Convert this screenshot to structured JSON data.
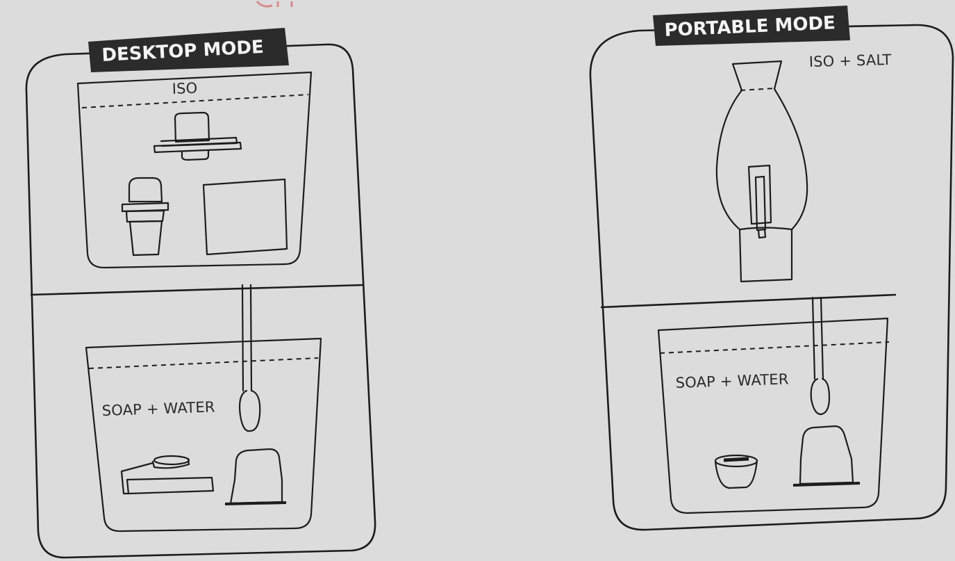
{
  "panels": {
    "desktop": {
      "title": "DESKTOP MODE",
      "top_tank_label": "ISO",
      "bottom_tank_label": "SOAP + WATER"
    },
    "portable": {
      "title": "PORTABLE MODE",
      "top_label": "ISO + SALT",
      "bottom_tank_label": "SOAP + WATER"
    }
  },
  "colors": {
    "background": "#dcdcdc",
    "ink": "#1c1c1c",
    "badge_fill": "#2b2b2b",
    "badge_text": "#f4f4f4"
  }
}
